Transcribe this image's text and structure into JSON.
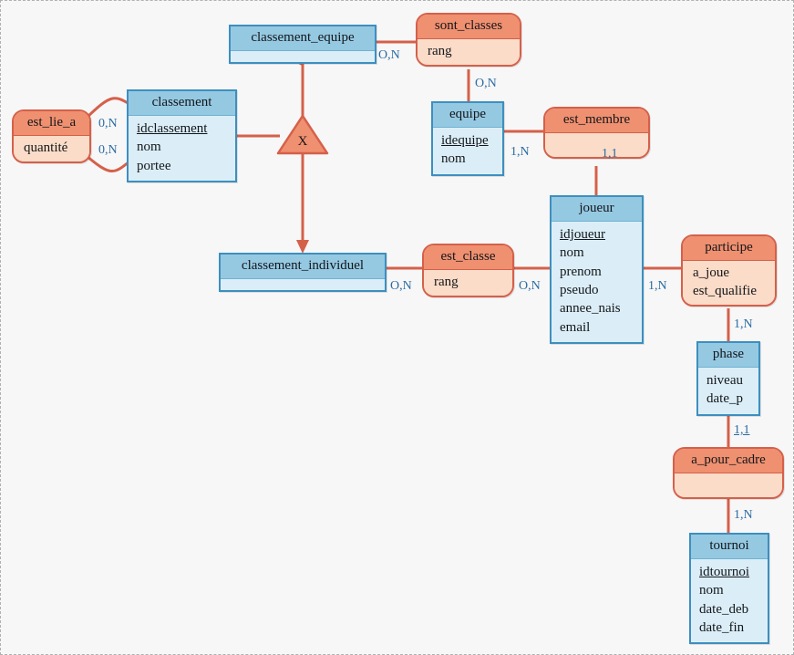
{
  "diagram": {
    "title": "MCD tournoi",
    "background": "#f7f7f7",
    "entity_border": "#3d8fbf",
    "entity_header": "#95c9e2",
    "entity_body": "#dbeef8",
    "relation_border": "#d5604a",
    "relation_header": "#ef9070",
    "relation_body": "#fbdcc8",
    "link_color": "#d5604a",
    "cardinality_color": "#2b6ca3"
  },
  "entities": [
    {
      "id": "classement_equipe",
      "name": "classement_equipe",
      "attributes": []
    },
    {
      "id": "classement",
      "name": "classement",
      "attributes": [
        "idclassement",
        "nom",
        "portee"
      ],
      "key": "idclassement"
    },
    {
      "id": "equipe",
      "name": "equipe",
      "attributes": [
        "idequipe",
        "nom"
      ],
      "key": "idequipe"
    },
    {
      "id": "classement_individuel",
      "name": "classement_individuel",
      "attributes": []
    },
    {
      "id": "joueur",
      "name": "joueur",
      "attributes": [
        "idjoueur",
        "nom",
        "prenom",
        "pseudo",
        "annee_nais",
        "email"
      ],
      "key": "idjoueur"
    },
    {
      "id": "phase",
      "name": "phase",
      "attributes": [
        "niveau",
        "date_p"
      ],
      "key": "niveau"
    },
    {
      "id": "tournoi",
      "name": "tournoi",
      "attributes": [
        "idtournoi",
        "nom",
        "date_deb",
        "date_fin"
      ],
      "key": "idtournoi"
    }
  ],
  "relations": [
    {
      "id": "sont_classes",
      "name": "sont_classes",
      "attributes": [
        "rang"
      ]
    },
    {
      "id": "est_lie_a",
      "name": "est_lie_a",
      "attributes": [
        "quantité"
      ]
    },
    {
      "id": "est_membre",
      "name": "est_membre",
      "attributes": []
    },
    {
      "id": "est_classe",
      "name": "est_classe",
      "attributes": [
        "rang"
      ]
    },
    {
      "id": "participe",
      "name": "participe",
      "attributes": [
        "a_joue",
        "est_qualifie"
      ]
    },
    {
      "id": "a_pour_cadre",
      "name": "a_pour_cadre",
      "attributes": []
    }
  ],
  "specialization": {
    "id": "x_specialization",
    "label": "X",
    "parent": "classement",
    "children": [
      "classement_equipe",
      "classement_individuel"
    ]
  },
  "cardinalities": [
    {
      "id": "c1",
      "text": "O,N",
      "from": "classement_equipe",
      "to": "sont_classes"
    },
    {
      "id": "c2",
      "text": "O,N",
      "from": "sont_classes",
      "to": "equipe"
    },
    {
      "id": "c3",
      "text": "0,N",
      "from": "est_lie_a",
      "to": "classement"
    },
    {
      "id": "c4",
      "text": "0,N",
      "from": "est_lie_a",
      "to": "classement"
    },
    {
      "id": "c5",
      "text": "1,N",
      "from": "equipe",
      "to": "est_membre"
    },
    {
      "id": "c6",
      "text": "1,1",
      "from": "est_membre",
      "to": "joueur"
    },
    {
      "id": "c7",
      "text": "O,N",
      "from": "classement_individuel",
      "to": "est_classe"
    },
    {
      "id": "c8",
      "text": "O,N",
      "from": "est_classe",
      "to": "joueur"
    },
    {
      "id": "c9",
      "text": "1,N",
      "from": "joueur",
      "to": "participe"
    },
    {
      "id": "c10",
      "text": "1,N",
      "from": "participe",
      "to": "phase"
    },
    {
      "id": "c11",
      "text": "1,1",
      "from": "phase",
      "to": "a_pour_cadre",
      "selected": true
    },
    {
      "id": "c12",
      "text": "1,N",
      "from": "a_pour_cadre",
      "to": "tournoi"
    }
  ]
}
